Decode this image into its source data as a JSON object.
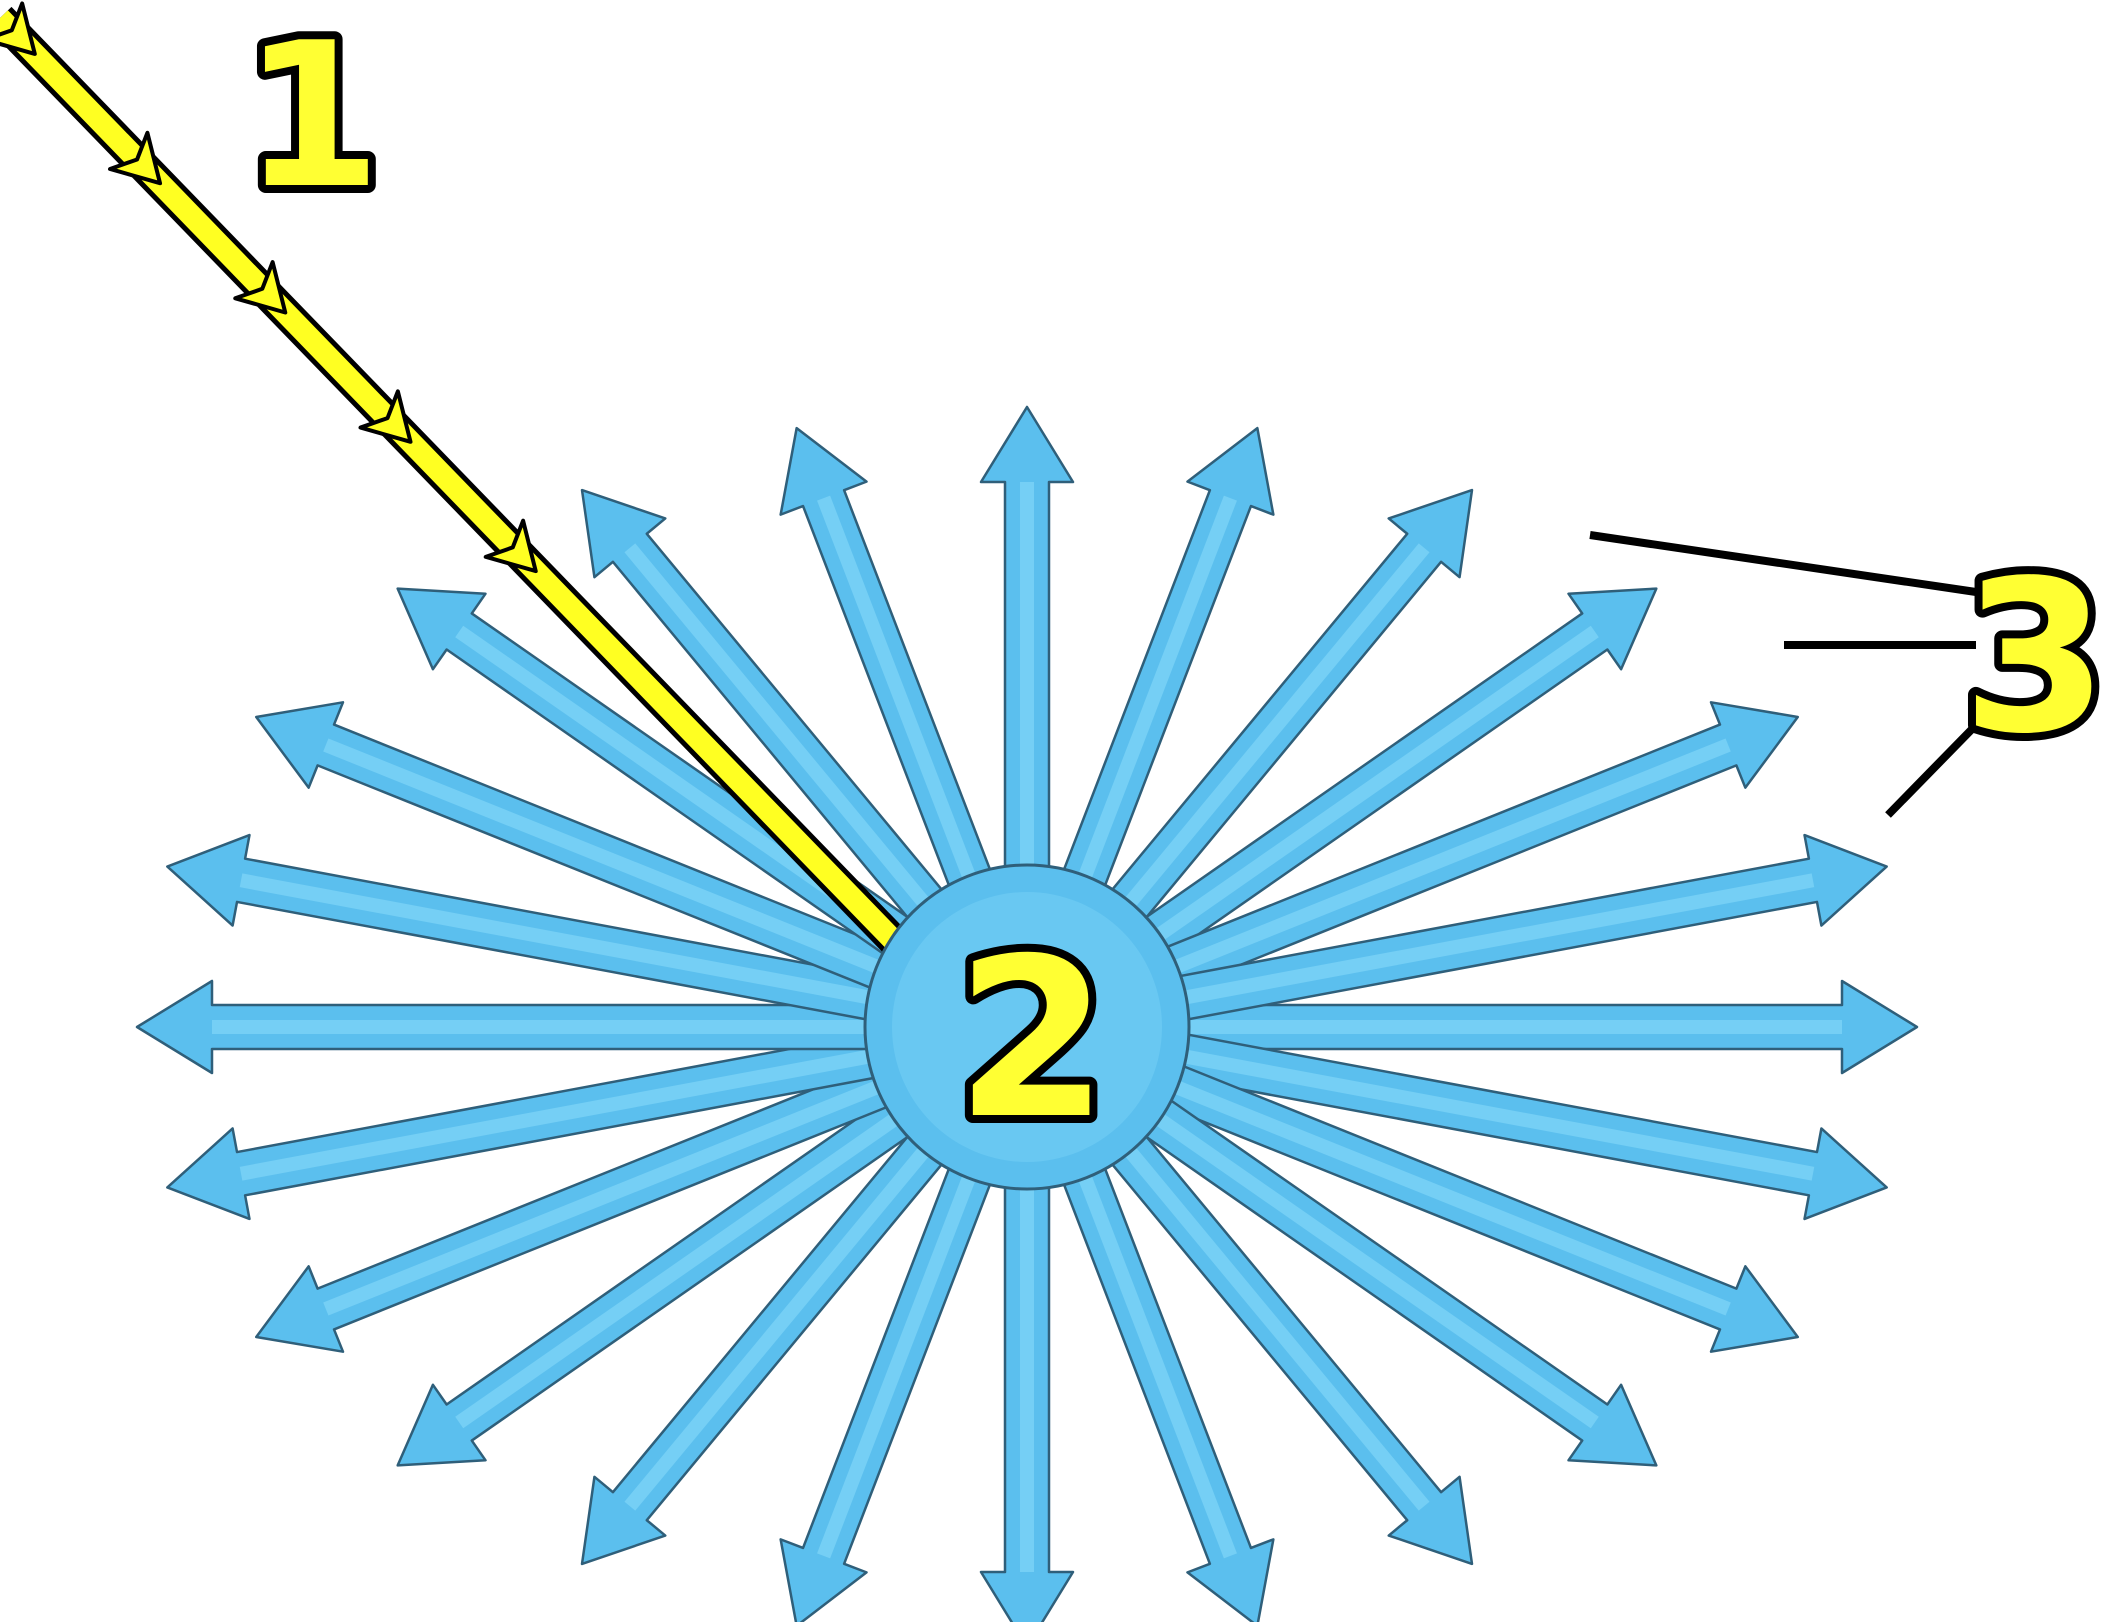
{
  "labels": {
    "one": "1",
    "two": "2",
    "three": "3"
  },
  "colors": {
    "background": "#ffffff",
    "ray": "#5bbfee",
    "ray_outline": "#2f5f7a",
    "ray_highlight": "#75cff5",
    "incoming_ray": "#ffff22",
    "incoming_outline": "#000000",
    "label_fill": "#ffff33",
    "label_outline": "#000000",
    "center_fill": "#5bbfee",
    "center_inner": "#69c8f2",
    "leader_line": "#000000"
  },
  "scattered_rays": {
    "count": 24,
    "shape": "arrow"
  },
  "incoming_ray": {
    "arrowheads": 5
  }
}
